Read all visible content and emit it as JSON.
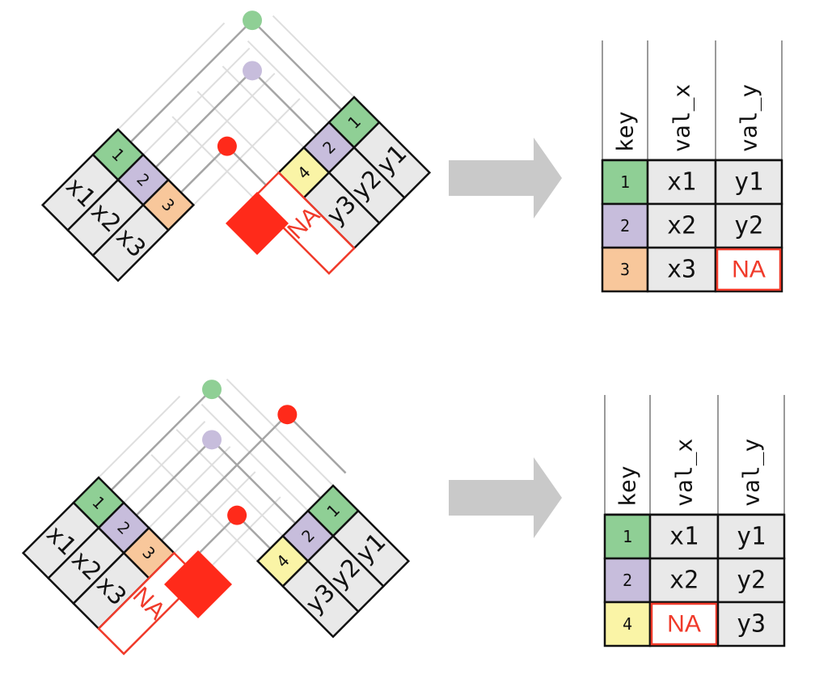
{
  "colors": {
    "key1": "#8fcf95",
    "key2": "#c7bddc",
    "key3": "#f8c79b",
    "key4": "#faf4a6",
    "cell": "#e9e9e9",
    "match": "#ff2a1a",
    "na": "#f03a2a",
    "arrow": "#c9c9c9",
    "grid": "#dedede",
    "line": "#a5a5a5",
    "border": "#111111"
  },
  "panels": [
    {
      "id": "left-join",
      "left_table": [
        {
          "key": "1",
          "color": "key1",
          "value": "x1"
        },
        {
          "key": "2",
          "color": "key2",
          "value": "x2"
        },
        {
          "key": "3",
          "color": "key3",
          "value": "x3"
        }
      ],
      "right_table": [
        {
          "key": "1",
          "color": "key1",
          "value": "y1"
        },
        {
          "key": "2",
          "color": "key2",
          "value": "y2"
        },
        {
          "key": "4",
          "color": "key4",
          "value": "y3"
        },
        {
          "key": "",
          "color": "white",
          "value": "NA",
          "na": true
        }
      ],
      "result": {
        "headers": [
          "key",
          "val_x",
          "val_y"
        ],
        "rows": [
          {
            "key": "1",
            "color": "key1",
            "val_x": "x1",
            "val_y": "y1"
          },
          {
            "key": "2",
            "color": "key2",
            "val_x": "x2",
            "val_y": "y2"
          },
          {
            "key": "3",
            "color": "key3",
            "val_x": "x3",
            "val_y": "NA",
            "na_col": "val_y"
          }
        ]
      }
    },
    {
      "id": "right-join",
      "left_table": [
        {
          "key": "1",
          "color": "key1",
          "value": "x1"
        },
        {
          "key": "2",
          "color": "key2",
          "value": "x2"
        },
        {
          "key": "3",
          "color": "key3",
          "value": "x3"
        },
        {
          "key": "",
          "color": "white",
          "value": "NA",
          "na": true
        }
      ],
      "right_table": [
        {
          "key": "1",
          "color": "key1",
          "value": "y1"
        },
        {
          "key": "2",
          "color": "key2",
          "value": "y2"
        },
        {
          "key": "4",
          "color": "key4",
          "value": "y3"
        }
      ],
      "result": {
        "headers": [
          "key",
          "val_x",
          "val_y"
        ],
        "rows": [
          {
            "key": "1",
            "color": "key1",
            "val_x": "x1",
            "val_y": "y1"
          },
          {
            "key": "2",
            "color": "key2",
            "val_x": "x2",
            "val_y": "y2"
          },
          {
            "key": "4",
            "color": "key4",
            "val_x": "NA",
            "val_y": "y3",
            "na_col": "val_x"
          }
        ]
      }
    }
  ]
}
